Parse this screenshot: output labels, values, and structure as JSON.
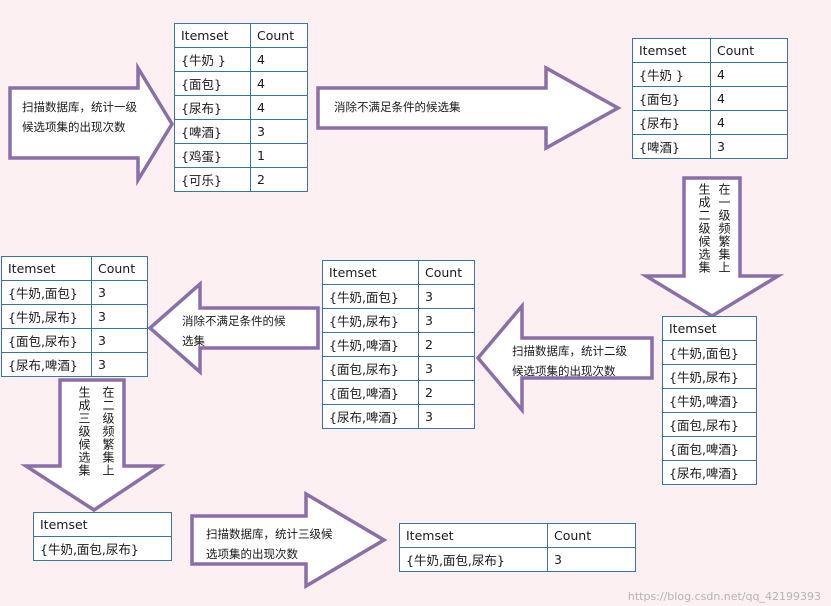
{
  "headers": {
    "itemset": "Itemset",
    "count": "Count"
  },
  "tables": {
    "c1": [
      [
        "{牛奶 }",
        "4"
      ],
      [
        "{面包}",
        "4"
      ],
      [
        "{尿布}",
        "4"
      ],
      [
        "{啤酒}",
        "3"
      ],
      [
        "{鸡蛋}",
        "1"
      ],
      [
        "{可乐}",
        "2"
      ]
    ],
    "l1": [
      [
        "{牛奶 }",
        "4"
      ],
      [
        "{面包}",
        "4"
      ],
      [
        "{尿布}",
        "4"
      ],
      [
        "{啤酒}",
        "3"
      ]
    ],
    "c2_candidates": [
      "{牛奶,面包}",
      "{牛奶,尿布}",
      "{牛奶,啤酒}",
      "{面包,尿布}",
      "{面包,啤酒}",
      "{尿布,啤酒}"
    ],
    "c2_counts": [
      [
        "{牛奶,面包}",
        "3"
      ],
      [
        "{牛奶,尿布}",
        "3"
      ],
      [
        "{牛奶,啤酒}",
        "2"
      ],
      [
        "{面包,尿布}",
        "3"
      ],
      [
        "{面包,啤酒}",
        "2"
      ],
      [
        "{尿布,啤酒}",
        "3"
      ]
    ],
    "l2": [
      [
        "{牛奶,面包}",
        "3"
      ],
      [
        "{牛奶,尿布}",
        "3"
      ],
      [
        "{面包,尿布}",
        "3"
      ],
      [
        "{尿布,啤酒}",
        "3"
      ]
    ],
    "c3_candidates": [
      "{牛奶,面包,尿布}"
    ],
    "c3_counts": [
      [
        "{牛奶,面包,尿布}",
        "3"
      ]
    ]
  },
  "labels": {
    "scan1": [
      "扫描数据库，统计一级",
      "候选项集的出现次数"
    ],
    "prune1": "消除不满足条件的候选集",
    "gen2_col1": "在一级频繁集上",
    "gen2_col2": "生成二级候选集",
    "scan2": [
      "扫描数据库，统计二级",
      "候选项集的出现次数"
    ],
    "prune2": [
      "消除不满足条件的候",
      "选集"
    ],
    "gen3_col1": "在二级频繁集上",
    "gen3_col2": "生成三级候选集",
    "scan3": [
      "扫描数据库，统计三级候",
      "选项集的出现次数"
    ]
  },
  "watermark": "https://blog.csdn.net/qq_42199393",
  "colors": {
    "table_border": "#3b73a8",
    "arrow_stroke": "#8a6fa8",
    "background": "#fcf0f2"
  }
}
